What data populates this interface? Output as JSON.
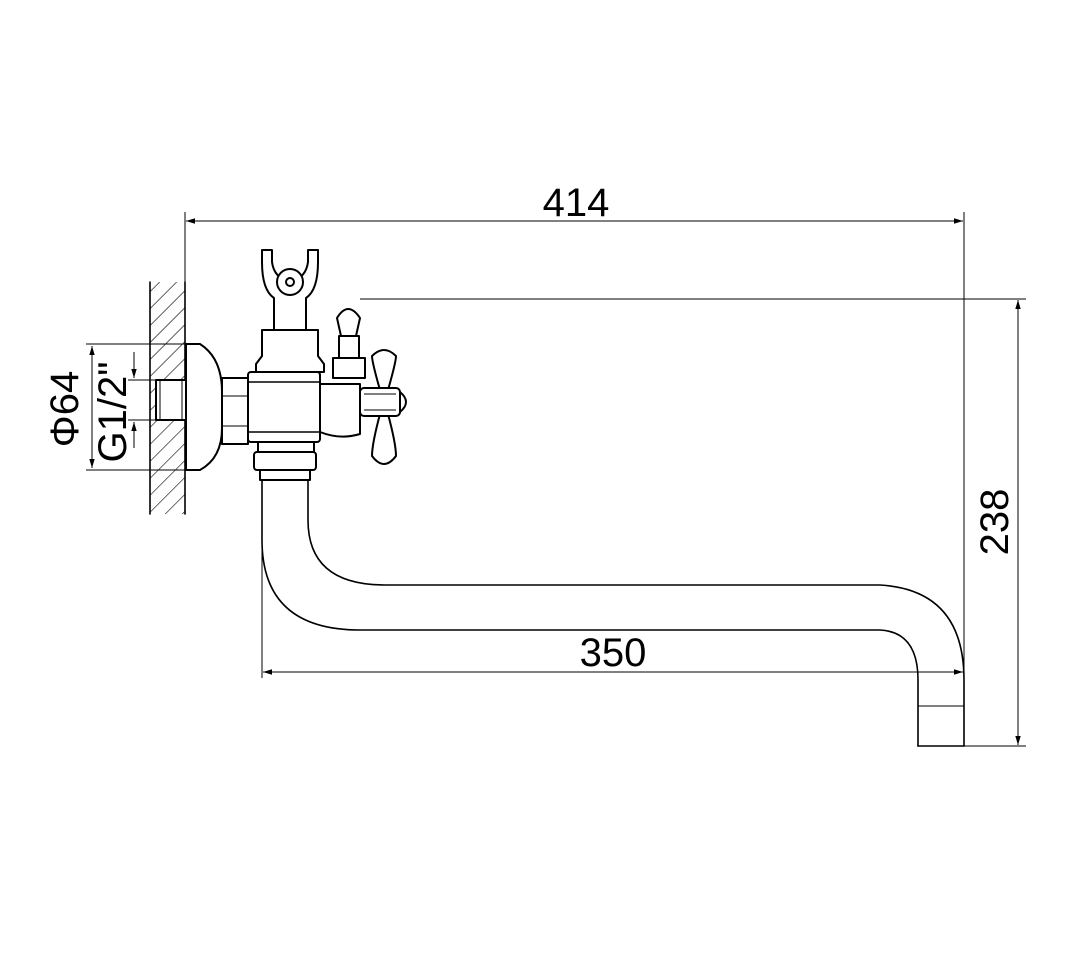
{
  "dimensions": {
    "overall_length": "414",
    "spout_reach": "350",
    "overall_height": "238",
    "flange_diameter": "Φ64",
    "thread_size": "G1/2\""
  },
  "colors": {
    "line": "#000000",
    "background": "#ffffff"
  }
}
